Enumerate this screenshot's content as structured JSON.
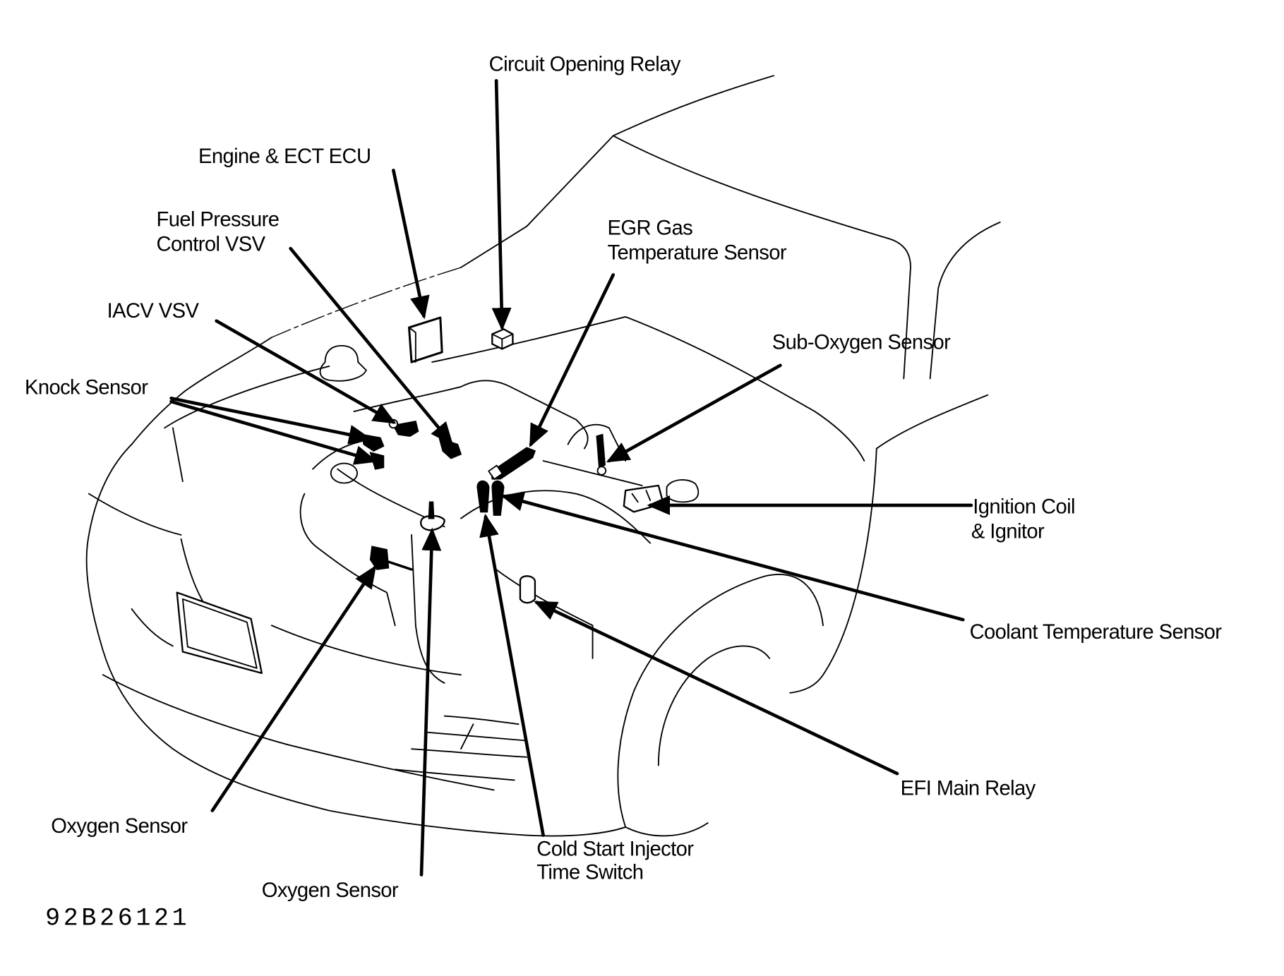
{
  "figure_code": "92B26121",
  "labels": {
    "circuit_opening_relay": "Circuit Opening Relay",
    "engine_ect_ecu": "Engine & ECT ECU",
    "fuel_pressure_vsv_line1": "Fuel Pressure",
    "fuel_pressure_vsv_line2": "Control VSV",
    "egr_gas_line1": "EGR Gas",
    "egr_gas_line2": "Temperature Sensor",
    "iacv_vsv": "IACV VSV",
    "sub_oxygen_sensor": "Sub-Oxygen Sensor",
    "knock_sensor": "Knock Sensor",
    "ignition_coil_line1": "Ignition Coil",
    "ignition_coil_line2": "& Ignitor",
    "coolant_temp_sensor": "Coolant Temperature Sensor",
    "efi_main_relay": "EFI Main Relay",
    "oxygen_sensor_left": "Oxygen Sensor",
    "oxygen_sensor_bottom": "Oxygen Sensor",
    "cold_start_line1": "Cold Start Injector",
    "cold_start_line2": "Time Switch"
  }
}
